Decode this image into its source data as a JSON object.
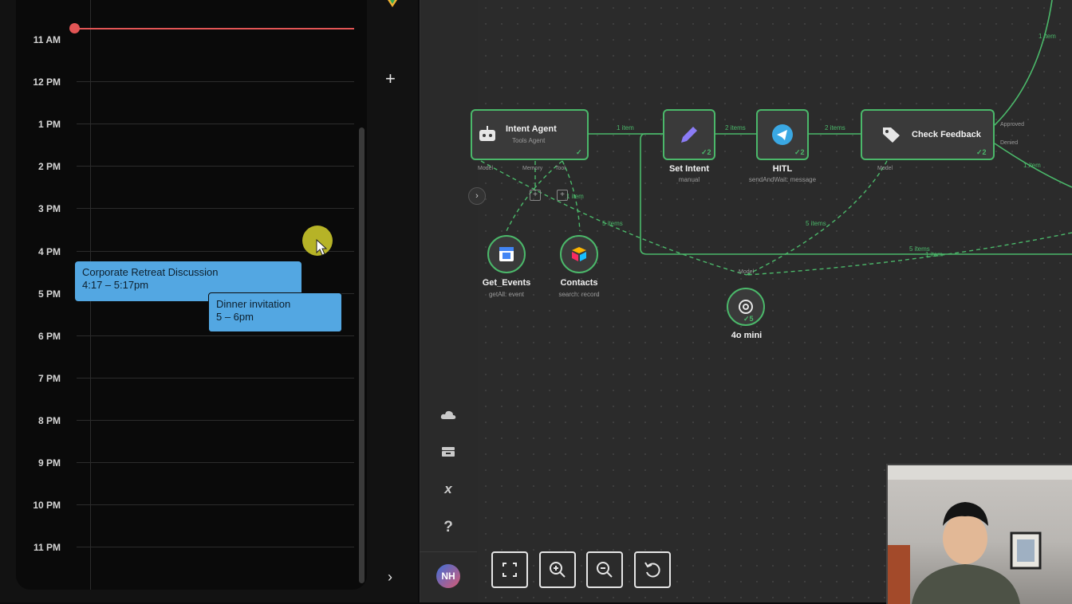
{
  "calendar": {
    "hours": [
      "11 AM",
      "12 PM",
      "1 PM",
      "2 PM",
      "3 PM",
      "4 PM",
      "5 PM",
      "6 PM",
      "7 PM",
      "8 PM",
      "9 PM",
      "10 PM",
      "11 PM"
    ],
    "events": [
      {
        "title": "Corporate Retreat Discussion",
        "time": "4:17 – 5:17pm",
        "color": "#53a7e2"
      },
      {
        "title": "Dinner invitation",
        "time": "5 – 6pm",
        "color": "#53a7e2"
      }
    ],
    "now_color": "#e25555"
  },
  "strip": {
    "add_label": "+",
    "expand_label": "›"
  },
  "sidebar": {
    "icons": [
      "cloud-icon",
      "templates-icon",
      "variables-icon",
      "help-icon"
    ],
    "help_glyph": "?",
    "variables_glyph": "x",
    "avatar": "NH",
    "collapse": "›"
  },
  "workflow": {
    "accent": "#4bb86a",
    "intent_agent": {
      "title": "Intent Agent",
      "sub": "Tools Agent",
      "ports": [
        "Model",
        "Memory",
        "Tool"
      ]
    },
    "set_intent": {
      "title": "Set Intent",
      "sub": "manual",
      "count": "2"
    },
    "hitl": {
      "title": "HITL",
      "sub": "sendAndWait: message",
      "count": "2"
    },
    "check_feedback": {
      "title": "Check Feedback",
      "count": "2",
      "outputs": [
        "Approved",
        "Denied"
      ],
      "port": "Model"
    },
    "get_events": {
      "title": "Get_Events",
      "sub": "getAll: event"
    },
    "contacts": {
      "title": "Contacts",
      "sub": "search: record"
    },
    "model": {
      "title": "4o mini",
      "port": "Model",
      "count": "5"
    },
    "edge_labels": {
      "e1": "1 item",
      "e2": "2 items",
      "e3": "2 items",
      "e4": "1 item",
      "e5": "1 item",
      "e6": "5 items",
      "e7": "5 items",
      "e8": "5 items",
      "e9": "1 item",
      "e10": "1 item"
    }
  },
  "controls": [
    "fit-view",
    "zoom-in",
    "zoom-out",
    "reset"
  ]
}
